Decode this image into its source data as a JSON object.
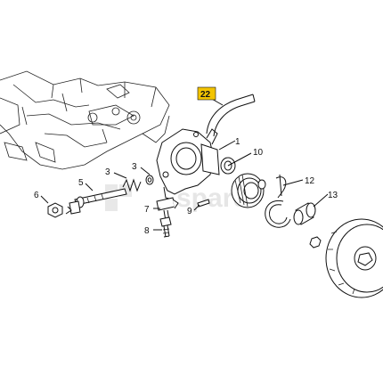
{
  "watermark": {
    "text": "spare"
  },
  "callouts": [
    {
      "id": "c1",
      "text": "1"
    },
    {
      "id": "c3a",
      "text": "3"
    },
    {
      "id": "c3b",
      "text": "3"
    },
    {
      "id": "c5",
      "text": "5"
    },
    {
      "id": "c6",
      "text": "6"
    },
    {
      "id": "c7",
      "text": "7"
    },
    {
      "id": "c8",
      "text": "8"
    },
    {
      "id": "c9",
      "text": "9"
    },
    {
      "id": "c10",
      "text": "10"
    },
    {
      "id": "c12",
      "text": "12"
    },
    {
      "id": "c13",
      "text": "13"
    },
    {
      "id": "c22",
      "text": "22"
    }
  ],
  "colors": {
    "highlight_box": "#f3c400",
    "ink": "#111111",
    "watermark": "#e6e6e6"
  }
}
